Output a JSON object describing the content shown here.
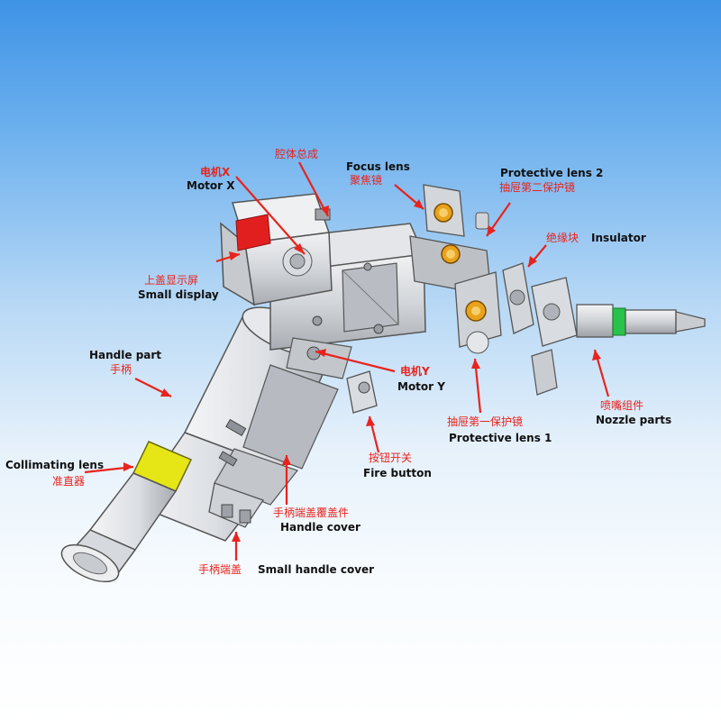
{
  "labels": {
    "motor_x": {
      "cn": "电机X",
      "en": "Motor X"
    },
    "cavity": {
      "cn": "腔体总成"
    },
    "focus_lens": {
      "en": "Focus lens",
      "cn": "聚焦镜"
    },
    "protective_lens_2": {
      "en": "Protective lens 2",
      "cn": "抽屉第二保护镜"
    },
    "insulator": {
      "cn": "绝缘块",
      "en": "Insulator"
    },
    "small_display": {
      "cn": "上盖显示屏",
      "en": "Small display"
    },
    "handle_part": {
      "en": "Handle part",
      "cn": "手柄"
    },
    "motor_y": {
      "cn": "电机Y",
      "en": "Motor Y"
    },
    "nozzle_parts": {
      "cn": "喷嘴组件",
      "en": "Nozzle parts"
    },
    "protective_lens_1": {
      "cn": "抽屉第一保护镜",
      "en": "Protective lens 1"
    },
    "collimating_lens": {
      "en": "Collimating lens",
      "cn": "准直器"
    },
    "fire_button": {
      "cn": "按钮开关",
      "en": "Fire button"
    },
    "handle_cover": {
      "cn": "手柄端盖覆盖件",
      "en": "Handle cover"
    },
    "small_handle_cover": {
      "cn": "手柄端盖",
      "en": "Small handle cover"
    }
  },
  "colors": {
    "callout_red": "#e8231d",
    "label_black": "#111111",
    "part_gray": "#c9ccd1",
    "display_red": "#e21f1f",
    "lens_amber": "#e9a21a",
    "ring_yellow": "#e6e616",
    "ring_green": "#29c24a"
  }
}
